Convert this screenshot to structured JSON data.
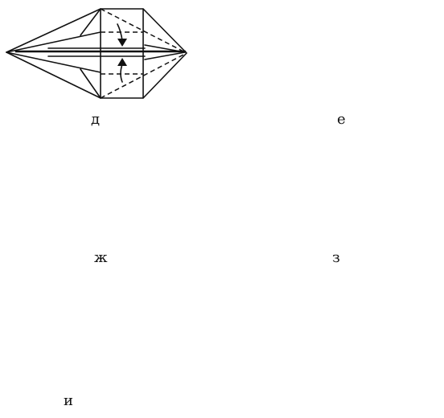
{
  "steps": {
    "d": {
      "label": "д"
    },
    "e": {
      "label": "е"
    },
    "zh": {
      "label": "ж"
    },
    "z": {
      "label": "з"
    },
    "i": {
      "label": "и"
    }
  },
  "colors": {
    "line": "#111111",
    "background": "#ffffff"
  }
}
